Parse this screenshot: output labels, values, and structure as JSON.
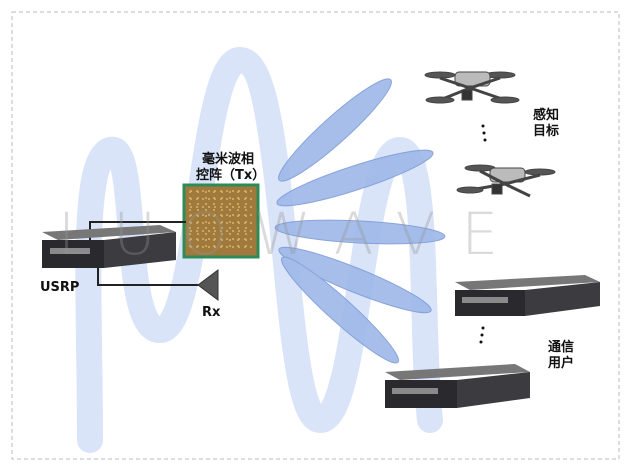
{
  "labels": {
    "array": "毫米波相控阵（Tx）",
    "array_line1": "毫米波相",
    "array_line2": "控阵（Tx）",
    "usrp": "USRP",
    "rx": "Rx",
    "target_line1": "感知",
    "target_line2": "目标",
    "user_line1": "通信",
    "user_line2": "用户",
    "watermark": "LUOWAVE"
  },
  "colors": {
    "beam": "#9eb8e8",
    "watermark_wave": "#c9d8f5",
    "array_border": "#2e8b57",
    "array_fill": "#a07a3c"
  }
}
